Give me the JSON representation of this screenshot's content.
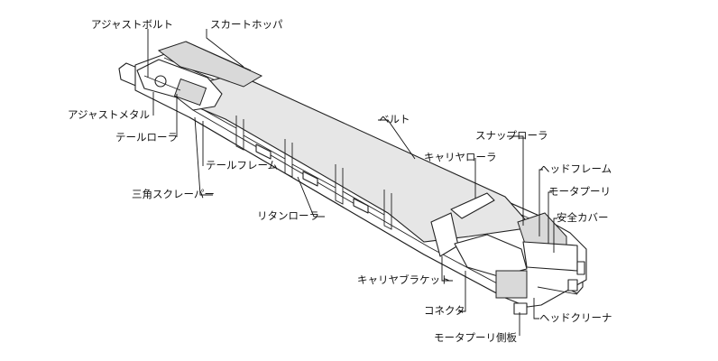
{
  "labels": {
    "adjust_bolt": "アジャストボルト",
    "skirt_hopper": "スカートホッパ",
    "adjust_metal": "アジャストメタル",
    "tail_roller": "テールローラ",
    "belt": "ベルト",
    "snap_roller": "スナップローラ",
    "carrier_roller": "キャリヤローラ",
    "head_frame": "ヘッドフレーム",
    "tail_frame": "テールフレーム",
    "motor_pulley": "モータプーリ",
    "triangle_scraper": "三角スクレーパー",
    "safety_cover": "安全カバー",
    "return_roller": "リタンローラ",
    "carrier_bracket": "キャリヤブラケット",
    "connector": "コネクタ",
    "head_cleaner": "ヘッドクリーナ",
    "motor_pulley_side_plate": "モータプーリ側板"
  }
}
